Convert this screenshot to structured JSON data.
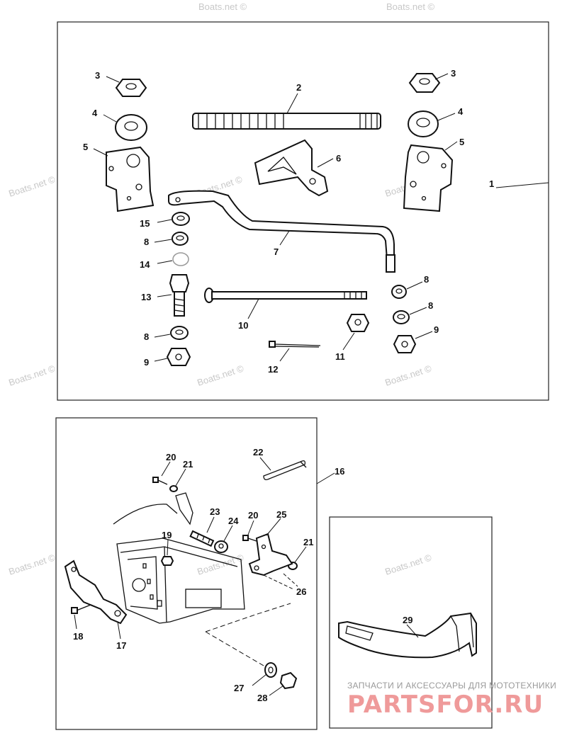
{
  "watermark": "Boats.net ©",
  "brand": {
    "tagline": "ЗАПЧАСТИ И АКСЕССУАРЫ ДЛЯ МОТОТЕХНИКИ",
    "logo": "PARTSFOR.RU"
  },
  "callouts": {
    "c1": "1",
    "c2": "2",
    "c3": "3",
    "c4": "4",
    "c5": "5",
    "c6": "6",
    "c7": "7",
    "c8": "8",
    "c9": "9",
    "c10": "10",
    "c11": "11",
    "c12": "12",
    "c13": "13",
    "c14": "14",
    "c15": "15",
    "c16": "16",
    "c17": "17",
    "c18": "18",
    "c19": "19",
    "c20": "20",
    "c21": "21",
    "c22": "22",
    "c23": "23",
    "c24": "24",
    "c25": "25",
    "c26": "26",
    "c27": "27",
    "c28": "28",
    "c29": "29"
  }
}
